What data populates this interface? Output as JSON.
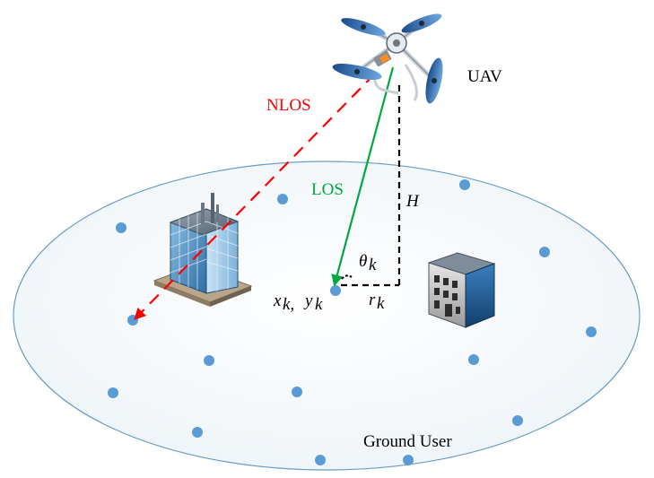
{
  "labels": {
    "uav": "UAV",
    "nlos": "NLOS",
    "los": "LOS",
    "height": "H",
    "theta": "θ",
    "theta_sub": "k",
    "user_x": "x",
    "user_x_sub": "k,",
    "user_y": "y",
    "user_y_sub": "k",
    "radius": "r",
    "radius_sub": "k",
    "ground_user": "Ground User"
  },
  "colors": {
    "nlos_path": "#ff0000",
    "los_path": "#00a83f",
    "user_dot": "#5b9bd5",
    "ground_outline": "#6a9cc8",
    "ground_fill": "#f4f8fb",
    "dashed_lines": "#000000"
  },
  "icons": [
    "drone-icon",
    "office-tower-icon",
    "building-icon"
  ]
}
